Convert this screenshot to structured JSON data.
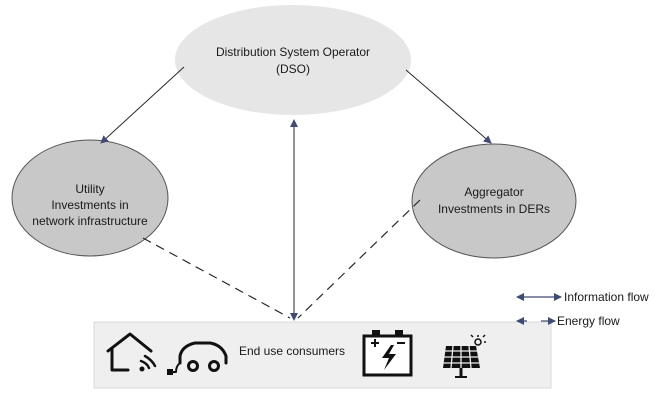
{
  "nodes": {
    "dso": {
      "line1": "Distribution System Operator",
      "line2": "(DSO)"
    },
    "utility": {
      "line1": "Utility",
      "line2": "Investments in",
      "line3": "network infrastructure"
    },
    "aggregator": {
      "line1": "Aggregator",
      "line2": "Investments in DERs"
    },
    "consumers": {
      "label": "End use consumers"
    }
  },
  "legend": {
    "information": "Information flow",
    "energy": "Energy flow"
  },
  "icons": [
    "smart-home-wifi-icon",
    "electric-car-icon",
    "battery-icon",
    "solar-panel-icon"
  ],
  "colors": {
    "dso_fill": "#e6e6e6",
    "actor_fill": "#c8c8c8",
    "box_fill": "#efefef",
    "arrow": "#404a73",
    "line": "#2a2a2a"
  }
}
